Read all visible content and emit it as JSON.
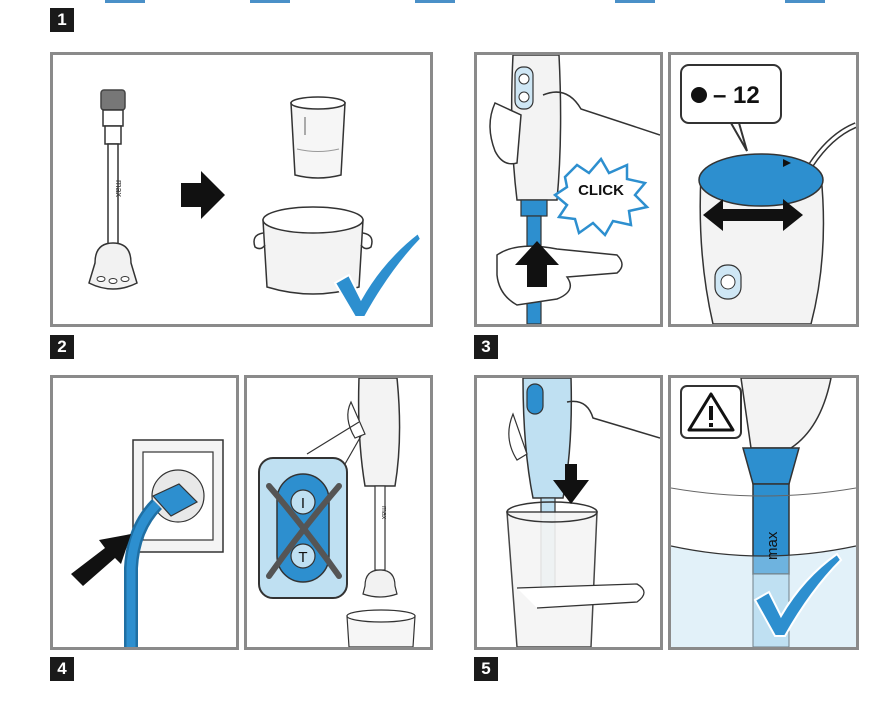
{
  "steps": {
    "s1": "1",
    "s2": "2",
    "s3": "3",
    "s4": "4",
    "s5": "5"
  },
  "labels": {
    "max": "max",
    "click": "CLICK",
    "speed": "– 12",
    "button_i": "I",
    "button_t": "T"
  },
  "colors": {
    "accent_blue": "#2d8fcf",
    "light_blue": "#bfe0f2",
    "frame_gray": "#8a8a8a",
    "step_box": "#1a1a1a"
  },
  "icons": [
    "check-icon",
    "arrow-right-icon",
    "arrow-up-icon",
    "arrow-down-icon",
    "double-arrow-icon",
    "cross-icon",
    "warning-icon"
  ]
}
